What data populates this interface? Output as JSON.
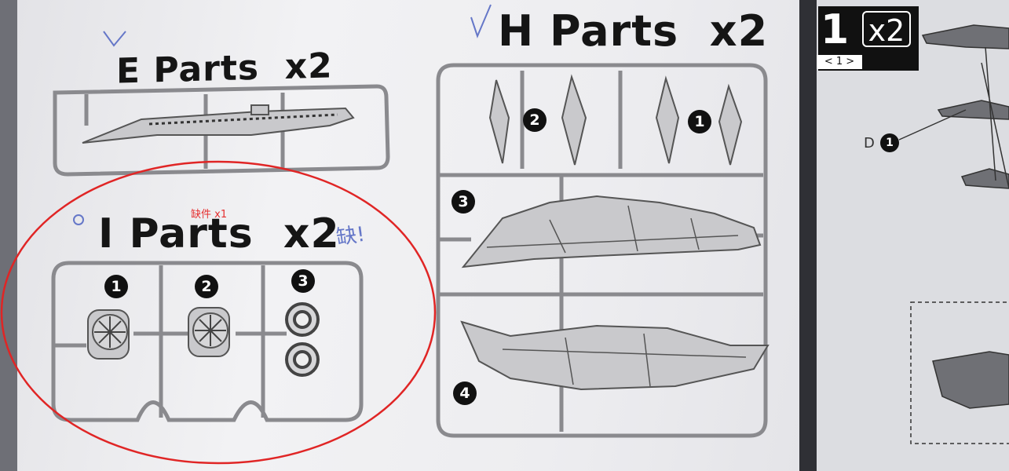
{
  "sheets": {
    "e": {
      "title": "E Parts  x2"
    },
    "i": {
      "title": "I Parts  x2",
      "note": "缺件 x1",
      "marks": [
        "1",
        "2",
        "3"
      ]
    },
    "h": {
      "title": "H Parts  x2",
      "marks": [
        "2",
        "1",
        "3",
        "4"
      ]
    }
  },
  "pen_marks": {
    "i_note": "缺!"
  },
  "step": {
    "number": "1",
    "qty": "x2",
    "sub": "< 1 >",
    "ref_label": "D",
    "ref_num": "1"
  },
  "colors": {
    "runner": "#8a8a8e",
    "annotation_red": "#e53030",
    "pen_blue": "#6577c8"
  }
}
